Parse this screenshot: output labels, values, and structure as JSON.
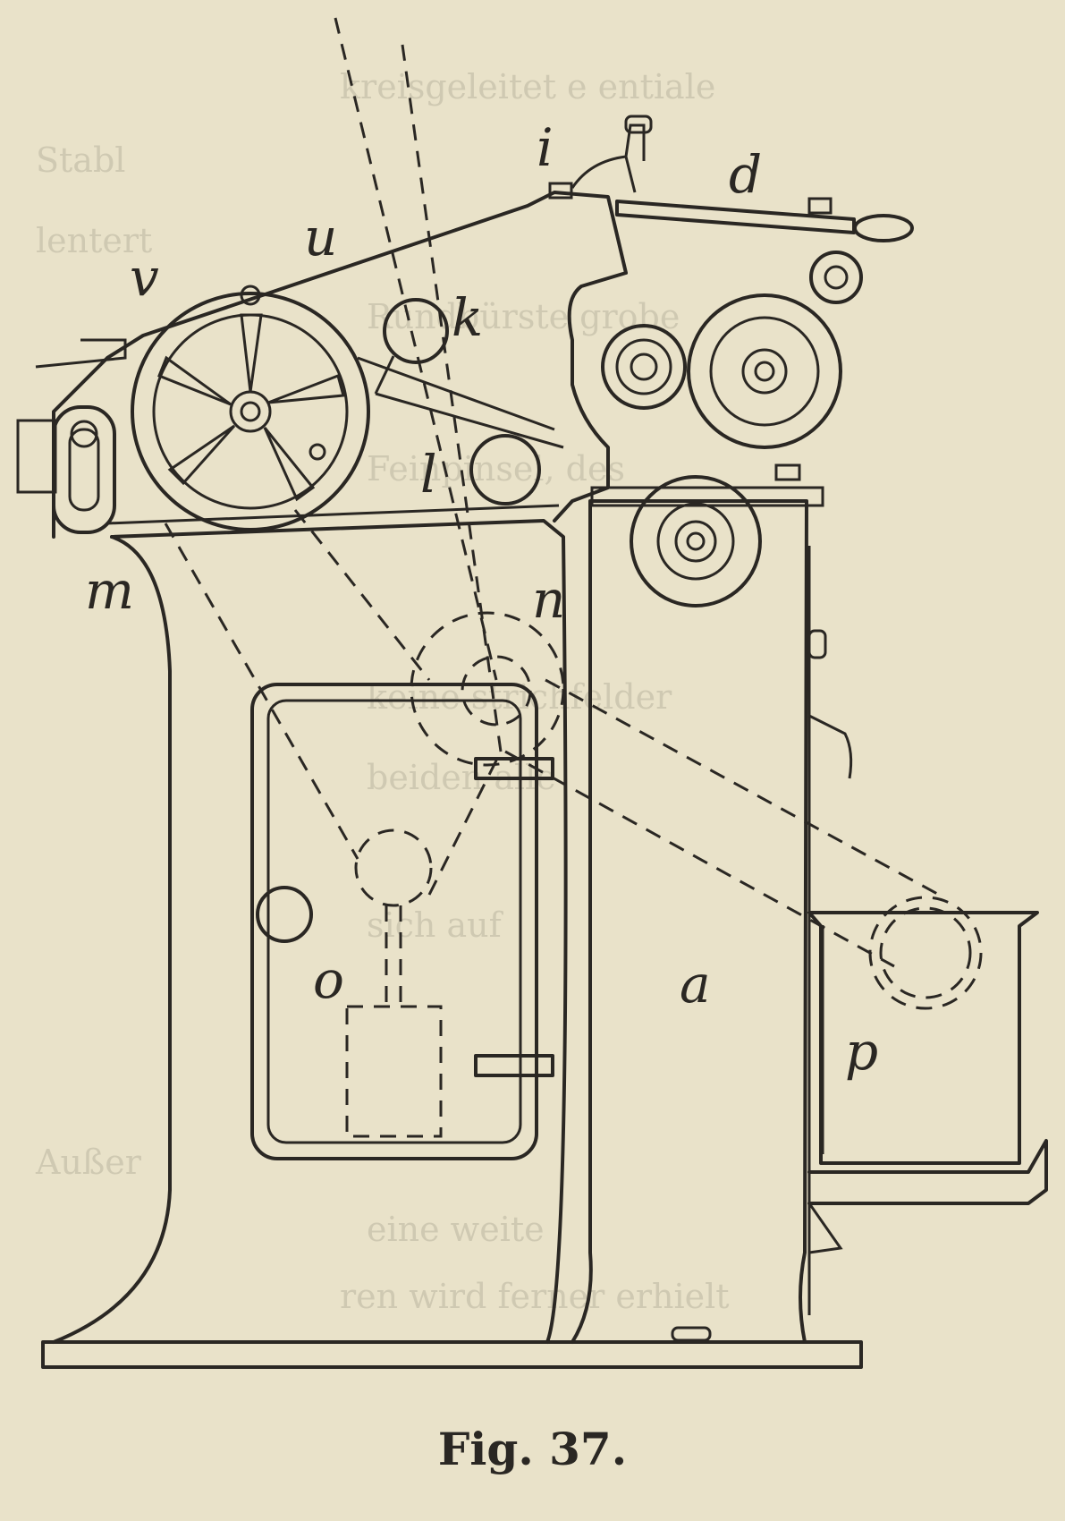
{
  "figure": {
    "caption": "Fig. 37.",
    "labels": {
      "i": "i",
      "d": "d",
      "u": "u",
      "v": "v",
      "k": "k",
      "l": "l",
      "m": "m",
      "n": "n",
      "o": "o",
      "a": "a",
      "p": "p"
    }
  },
  "bleed_through": [
    "kreisgeleitet e entiale",
    "Rundbürste grobe",
    "Stabl",
    "lentert",
    "Feinpinsel, des",
    "keine strichfelder",
    "beiden alle",
    "sich auf",
    "Außer",
    "eine weite",
    "ren wird ferner erhielt"
  ],
  "colors": {
    "paper": "#e9e2c9",
    "ink": "#2a2723"
  }
}
